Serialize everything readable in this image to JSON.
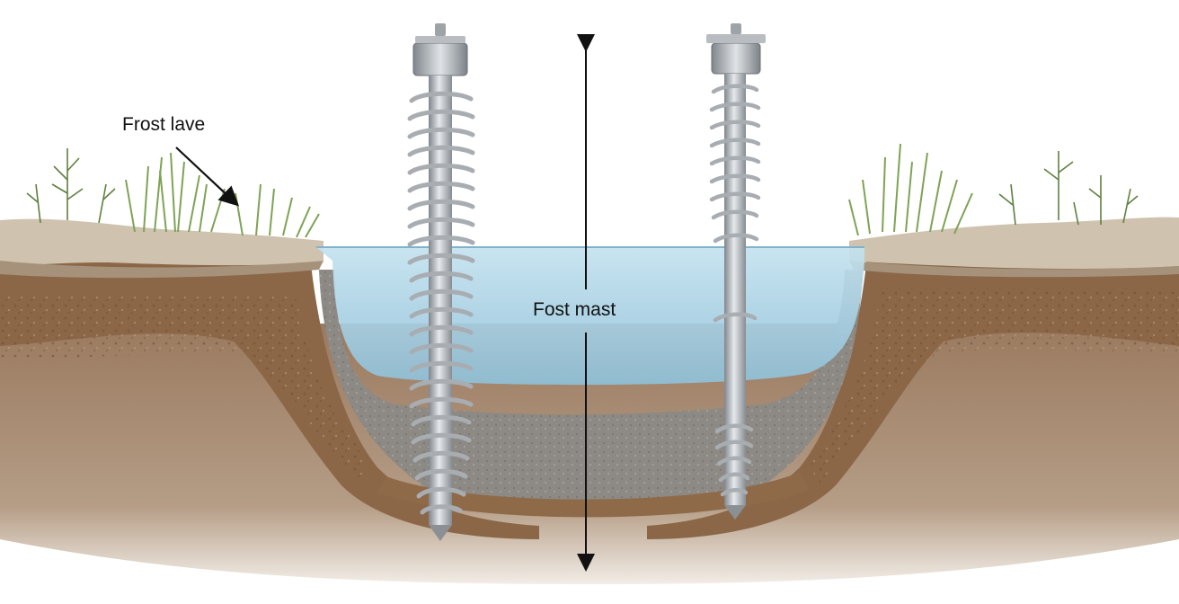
{
  "labels": {
    "frost_layer": "Frost lave",
    "frost_depth": "Fost mast"
  },
  "colors": {
    "background": "#ffffff",
    "water": "#a9d3e6",
    "topsoil": "#b9a78f",
    "brown_soil": "#8e6a4f",
    "gravel": "#8f8b86",
    "steel": "#b8bcc0",
    "grass": "#7ea355",
    "arrow": "#111111"
  },
  "icons": {
    "arrow": "double-headed-vertical-arrow",
    "pointer": "diagonal-arrow"
  }
}
